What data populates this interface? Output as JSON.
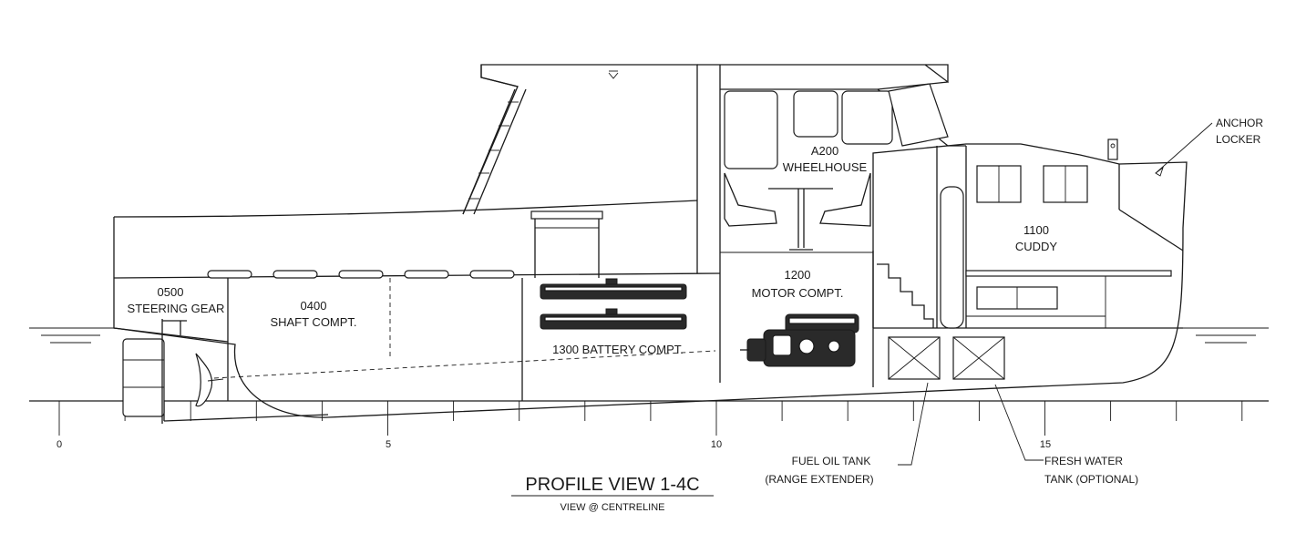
{
  "title": "PROFILE VIEW 1-4C",
  "subtitle": "VIEW @ CENTRELINE",
  "compartments": {
    "steering_code": "0500",
    "steering_name": "STEERING GEAR",
    "shaft_code": "0400",
    "shaft_name": "SHAFT COMPT.",
    "battery": "1300 BATTERY COMPT.",
    "motor_code": "1200",
    "motor_name": "MOTOR COMPT.",
    "wheelhouse_code": "A200",
    "wheelhouse_name": "WHEELHOUSE",
    "cuddy_code": "1100",
    "cuddy_name": "CUDDY"
  },
  "callouts": {
    "anchor_line1": "ANCHOR",
    "anchor_line2": "LOCKER",
    "fuel_line1": "FUEL OIL TANK",
    "fuel_line2": "(RANGE EXTENDER)",
    "water_line1": "FRESH WATER",
    "water_line2": "TANK (OPTIONAL)"
  },
  "scale_labels": [
    "0",
    "5",
    "10",
    "15"
  ]
}
